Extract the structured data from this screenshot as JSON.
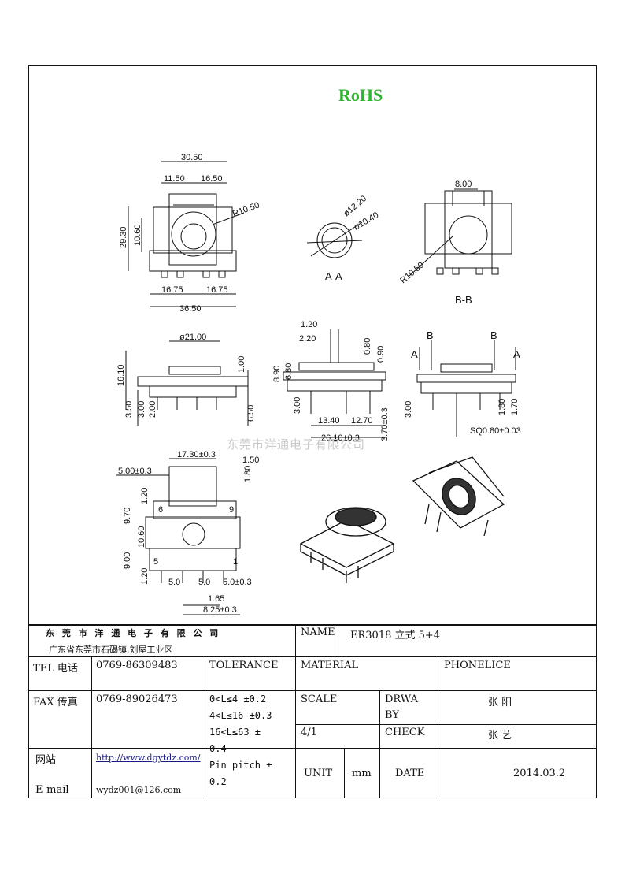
{
  "header": {
    "rohs": "RoHS"
  },
  "watermark": "东莞市洋通电子有限公司",
  "drawing": {
    "view_labels": {
      "section_a": "A-A",
      "section_b": "B-B",
      "arrow_a": "A",
      "arrow_b": "B"
    },
    "dimensions": {
      "d1": "30.50",
      "d2": "11.50",
      "d3": "16.50",
      "d4": "R10.50",
      "d5": "29.30",
      "d6": "10.60",
      "d7": "16.75",
      "d8": "16.75",
      "d9": "36.50",
      "d10": "ø12.20",
      "d11": "ø10.40",
      "d12": "8.00",
      "d13": "R10.50",
      "d14": "ø21.00",
      "d15": "16.10",
      "d16": "1.00",
      "d17": "3.50",
      "d18": "3.00",
      "d19": "2.00",
      "d20": "6.50",
      "d21": "1.20",
      "d22": "2.20",
      "d23": "0.80",
      "d24": "0.90",
      "d25": "8.90",
      "d26": "6.80",
      "d27": "3.00",
      "d28": "13.40",
      "d29": "12.70",
      "d30": "26.10±0.3",
      "d31": "3.70±0.3",
      "d32": "3.00",
      "d33": "1.80",
      "d34": "1.70",
      "d35": "SQ0.80±0.03",
      "d36": "17.30±0.3",
      "d37": "1.50",
      "d38": "5.00±0.3",
      "d39": "1.80",
      "d40": "1.20",
      "d41": "9.70",
      "d42": "10.60",
      "d43": "9.00",
      "d44": "1.20",
      "d45": "5.0",
      "d46": "5.0",
      "d47": "5.0±0.3",
      "d48": "1.65",
      "d49": "8.25±0.3",
      "pin6": "6",
      "pin9": "9",
      "pin5": "5",
      "pin1": "1"
    }
  },
  "title_block": {
    "company": "东 莞 市 洋 通 电 子 有 限 公 司",
    "address": "广东省东莞市石碣镇,刘屋工业区",
    "name_label": "NAME",
    "name_value": "ER3018 立式 5+4",
    "tel_label": "TEL 电话",
    "tel_value": "0769-86309483",
    "tolerance_label": "TOLERANCE",
    "material_label": "MATERIAL",
    "material_value": "PHONELICE",
    "fax_label": "FAX 传真",
    "fax_value": "0769-89026473",
    "tol_line1": "0<L≤4   ±0.2",
    "tol_line2": "4<L≤16  ±0.3",
    "tol_line3": "16<L≤63  ±",
    "tol_line4": "0.4",
    "tol_line5": "Pin pitch ±",
    "tol_line6": "0.2",
    "scale_label": "SCALE",
    "scale_value": "4/1",
    "drawn_label_1": "DRWA",
    "drawn_label_2": "BY",
    "drawn_value": "张 阳",
    "check_label": "CHECK",
    "check_value": "张 艺",
    "web_label": "网站",
    "web_value": "http://www.dgytdz.com/",
    "email_label": "E-mail",
    "email_value": "wydz001@126.com",
    "unit_label": "UNIT",
    "unit_value": "mm",
    "date_label": "DATE",
    "date_value": "2014.03.2"
  }
}
